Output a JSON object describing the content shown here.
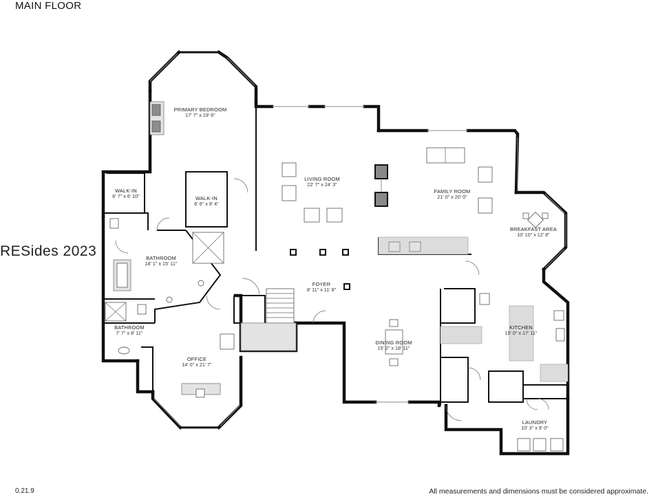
{
  "plan": {
    "title": "MAIN FLOOR",
    "version": "0.21.9",
    "disclaimer": "All measurements and dimensions must be considered approximate.",
    "watermark": "RESides 2023"
  },
  "rooms": {
    "primary_bedroom": {
      "name": "PRIMARY BEDROOM",
      "dims": "17' 7\" x 19' 6\""
    },
    "walk_in_1": {
      "name": "WALK-IN",
      "dims": "6' 7\" x 6' 10\""
    },
    "walk_in_2": {
      "name": "WALK-IN",
      "dims": "6' 6\" x 9' 4\""
    },
    "bathroom_1": {
      "name": "BATHROOM",
      "dims": "18' 1\" x 15' 11\""
    },
    "bathroom_2": {
      "name": "BATHROOM",
      "dims": "7' 7\" x 8' 11\""
    },
    "office": {
      "name": "OFFICE",
      "dims": "14' 0\" x 21' 7\""
    },
    "living_room": {
      "name": "LIVING ROOM",
      "dims": "22' 7\" x 24' 3\""
    },
    "foyer": {
      "name": "FOYER",
      "dims": "8' 11\" x 11' 8\""
    },
    "dining_room": {
      "name": "DINING ROOM",
      "dims": "15' 2\" x 18' 11\""
    },
    "family_room": {
      "name": "FAMILY ROOM",
      "dims": "21' 0\" x 20' 0\""
    },
    "breakfast_area": {
      "name": "BREAKFAST AREA",
      "dims": "10' 10\" x 12' 8\""
    },
    "kitchen": {
      "name": "KITCHEN",
      "dims": "15' 0\" x 17' 11\""
    },
    "laundry": {
      "name": "LAUNDRY",
      "dims": "10' 3\" x 9' 0\""
    }
  }
}
